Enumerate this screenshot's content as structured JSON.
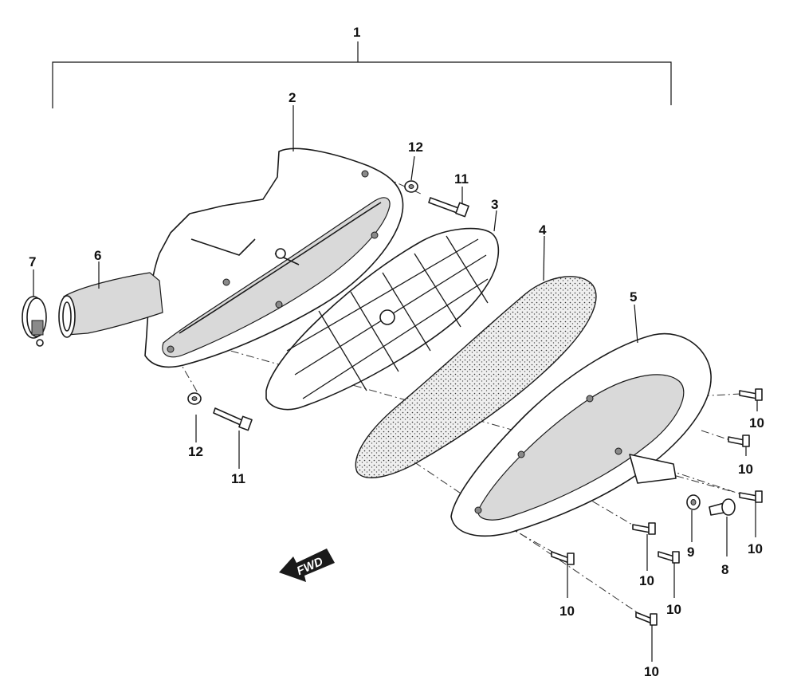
{
  "callouts": {
    "c1": "1",
    "c2": "2",
    "c3": "3",
    "c4": "4",
    "c5": "5",
    "c6": "6",
    "c7": "7",
    "c8": "8",
    "c9": "9",
    "c10a": "10",
    "c10b": "10",
    "c10c": "10",
    "c10d": "10",
    "c10e": "10",
    "c10f": "10",
    "c10g": "10",
    "c11a": "11",
    "c11b": "11",
    "c12a": "12",
    "c12b": "12"
  },
  "direction_arrow": {
    "label": "FWD"
  }
}
